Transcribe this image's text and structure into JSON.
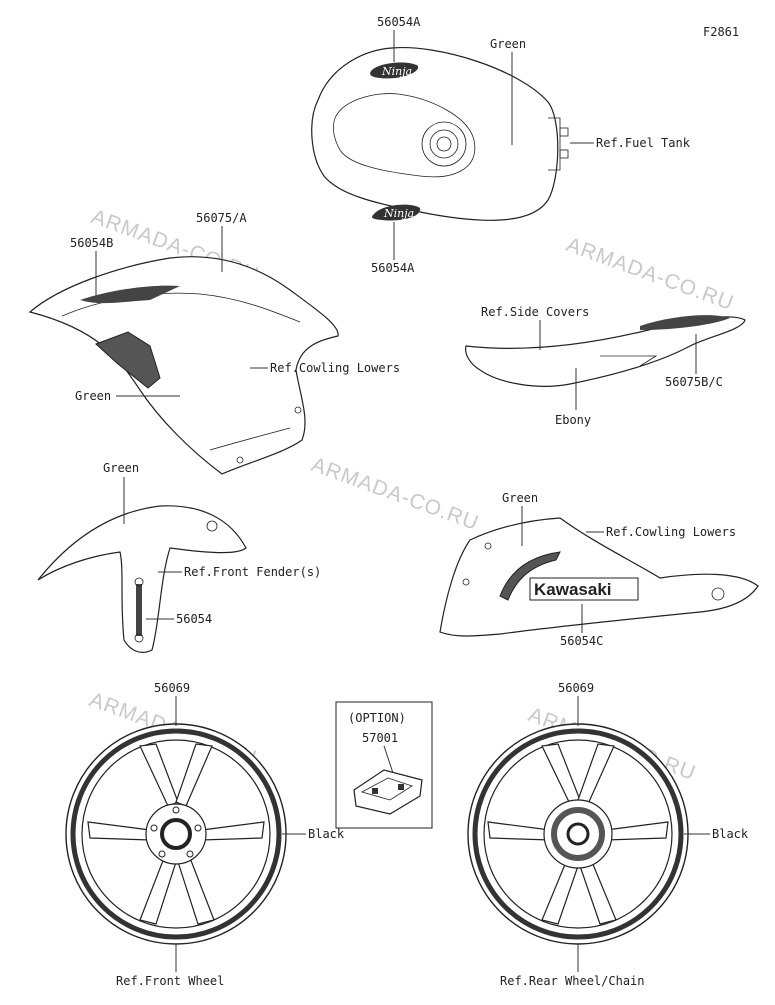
{
  "figure_code": "F2861",
  "watermark": "ARMADA-CO.RU",
  "labels": {
    "tank_top": "56054A",
    "tank_color": "Green",
    "ref_fuel_tank": "Ref.Fuel Tank",
    "tank_bottom": "56054A",
    "cowl_upper_decal": "56075/A",
    "cowl_upper_left": "56054B",
    "ref_cowling_lowers_1": "Ref.Cowling Lowers",
    "cowl_color": "Green",
    "ref_side_covers": "Ref.Side Covers",
    "side_cover_decal": "56075B/C",
    "side_cover_color": "Ebony",
    "fender_color": "Green",
    "ref_front_fender": "Ref.Front Fender(s)",
    "fender_decal": "56054",
    "lower_color": "Green",
    "ref_cowling_lowers_2": "Ref.Cowling Lowers",
    "lower_decal": "56054C",
    "front_wheel_decal": "56069",
    "front_wheel_color": "Black",
    "ref_front_wheel": "Ref.Front Wheel",
    "option_title": "(OPTION)",
    "option_part": "57001",
    "rear_wheel_decal": "56069",
    "rear_wheel_color": "Black",
    "ref_rear_wheel": "Ref.Rear Wheel/Chain"
  },
  "graphics": {
    "ninja_logo": "Ninja",
    "kawasaki_logo": "Kawasaki"
  }
}
